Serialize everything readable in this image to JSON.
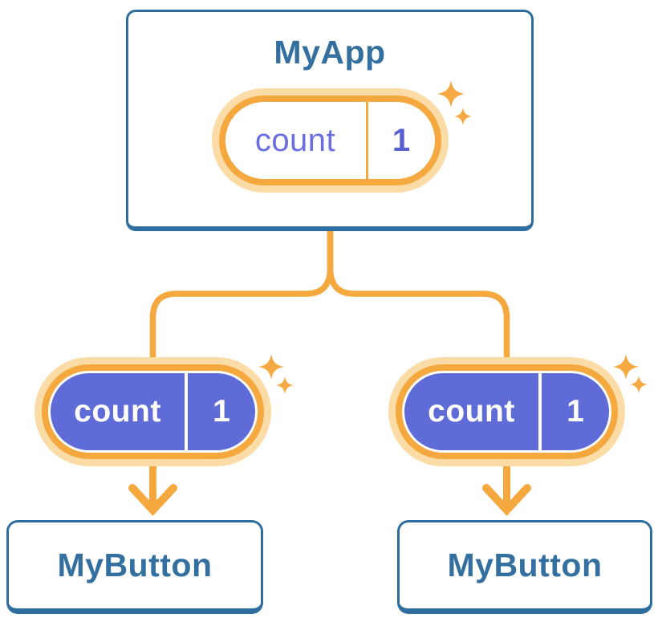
{
  "tree": {
    "root": {
      "label": "MyApp",
      "state": {
        "name": "count",
        "value": "1"
      }
    },
    "children": [
      {
        "label": "MyButton",
        "state": {
          "name": "count",
          "value": "1"
        }
      },
      {
        "label": "MyButton",
        "state": {
          "name": "count",
          "value": "1"
        }
      }
    ]
  },
  "decorations": {
    "sparkle_icon": "four-point-sparkle"
  },
  "colors": {
    "background": "#FFFFFF",
    "card_border_blue": "#2E6E9E",
    "card_text_blue": "#336F9F",
    "accent_orange": "#F5A83E",
    "accent_peach": "#FBDCA6",
    "state_pill_purple": "#5F6BD7",
    "state_name_purple": "#6A6EE1",
    "state_value_purple": "#5A5FD0"
  }
}
